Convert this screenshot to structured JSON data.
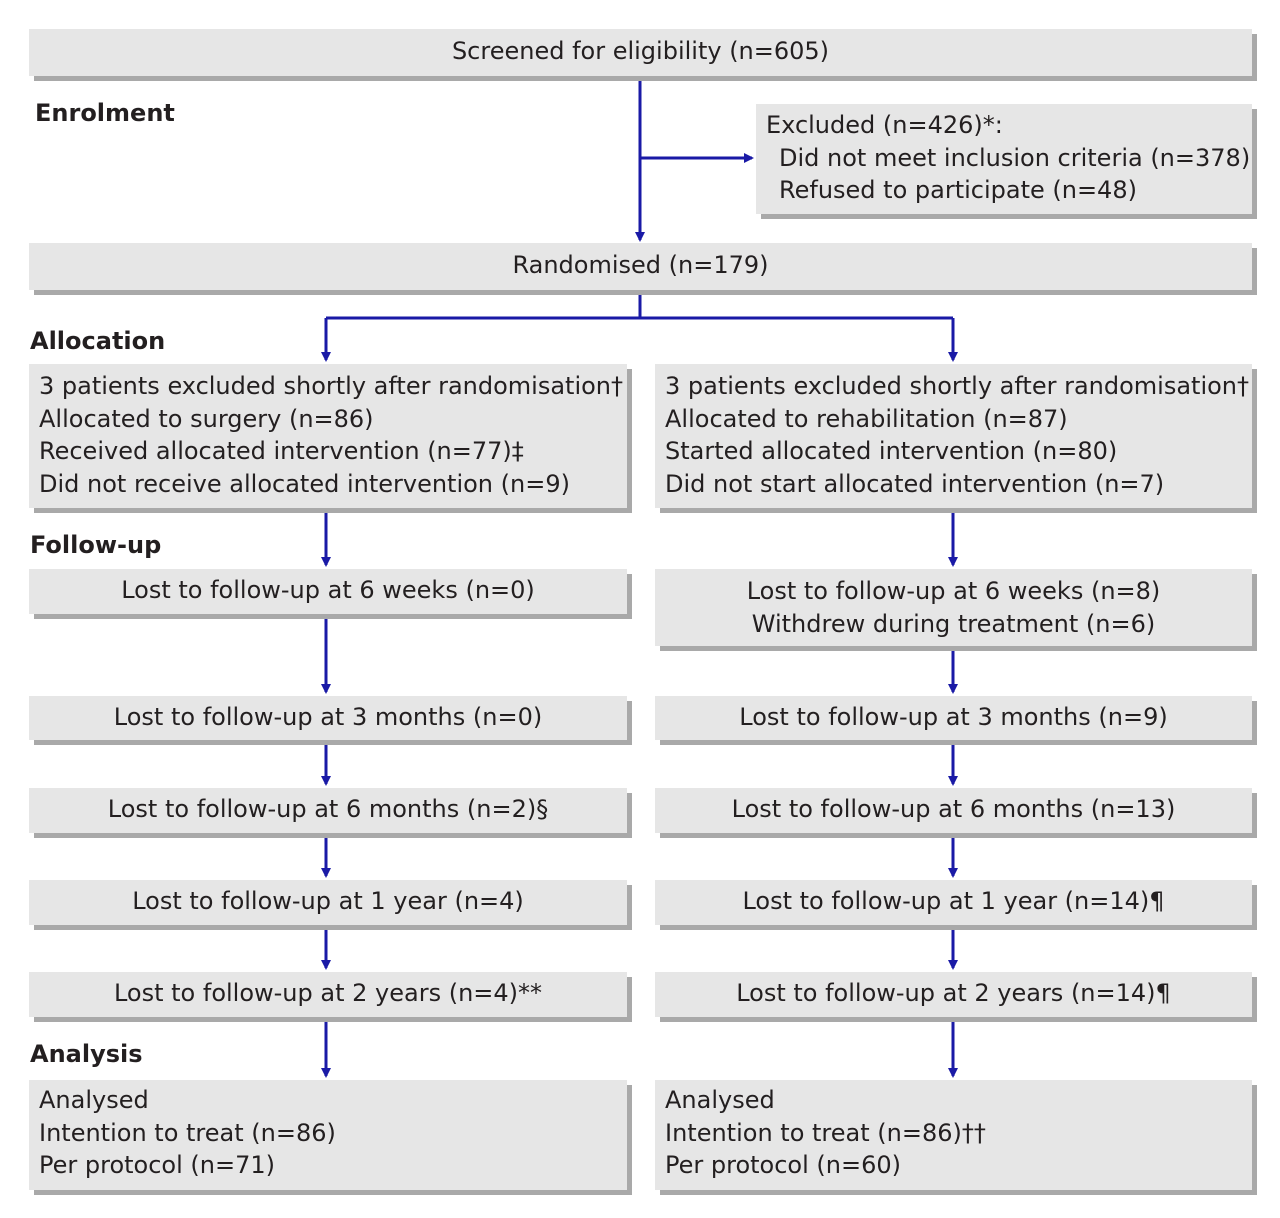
{
  "colors": {
    "arrow": "#1a1aa6",
    "box": "#e6e6e6",
    "shadow": "#a9a9a9",
    "text": "#231f20"
  },
  "stages": {
    "enrolment": "Enrolment",
    "allocation": "Allocation",
    "followup": "Follow-up",
    "analysis": "Analysis"
  },
  "screened": "Screened for eligibility (n=605)",
  "excluded": {
    "title": "Excluded (n=426)*:",
    "reason1": "Did not meet inclusion criteria (n=378)",
    "reason2": "Refused to participate (n=48)"
  },
  "randomised": "Randomised (n=179)",
  "left": {
    "allocation": [
      "3 patients excluded shortly after randomisation†",
      "Allocated to surgery (n=86)",
      "Received allocated intervention (n=77)‡",
      "Did not receive allocated intervention (n=9)"
    ],
    "fu_6w": "Lost to follow-up at 6 weeks (n=0)",
    "fu_3m": "Lost to follow-up at 3 months (n=0)",
    "fu_6m": "Lost to follow-up at 6 months (n=2)§",
    "fu_1y": "Lost to follow-up at 1 year (n=4)",
    "fu_2y": "Lost to follow-up at 2 years (n=4)**",
    "analysis": [
      "Analysed",
      "Intention to treat (n=86)",
      "Per protocol (n=71)"
    ]
  },
  "right": {
    "allocation": [
      "3 patients excluded shortly after randomisation†",
      "Allocated to rehabilitation (n=87)",
      "Started allocated intervention (n=80)",
      "Did not start allocated intervention (n=7)"
    ],
    "fu_6w": [
      "Lost to follow-up at 6 weeks (n=8)",
      "Withdrew during treatment (n=6)"
    ],
    "fu_3m": "Lost to follow-up at 3 months (n=9)",
    "fu_6m": "Lost to follow-up at 6 months (n=13)",
    "fu_1y": "Lost to follow-up at 1 year (n=14)¶",
    "fu_2y": "Lost to follow-up at 2 years (n=14)¶",
    "analysis": [
      "Analysed",
      "Intention to treat (n=86)††",
      "Per protocol (n=60)"
    ]
  }
}
